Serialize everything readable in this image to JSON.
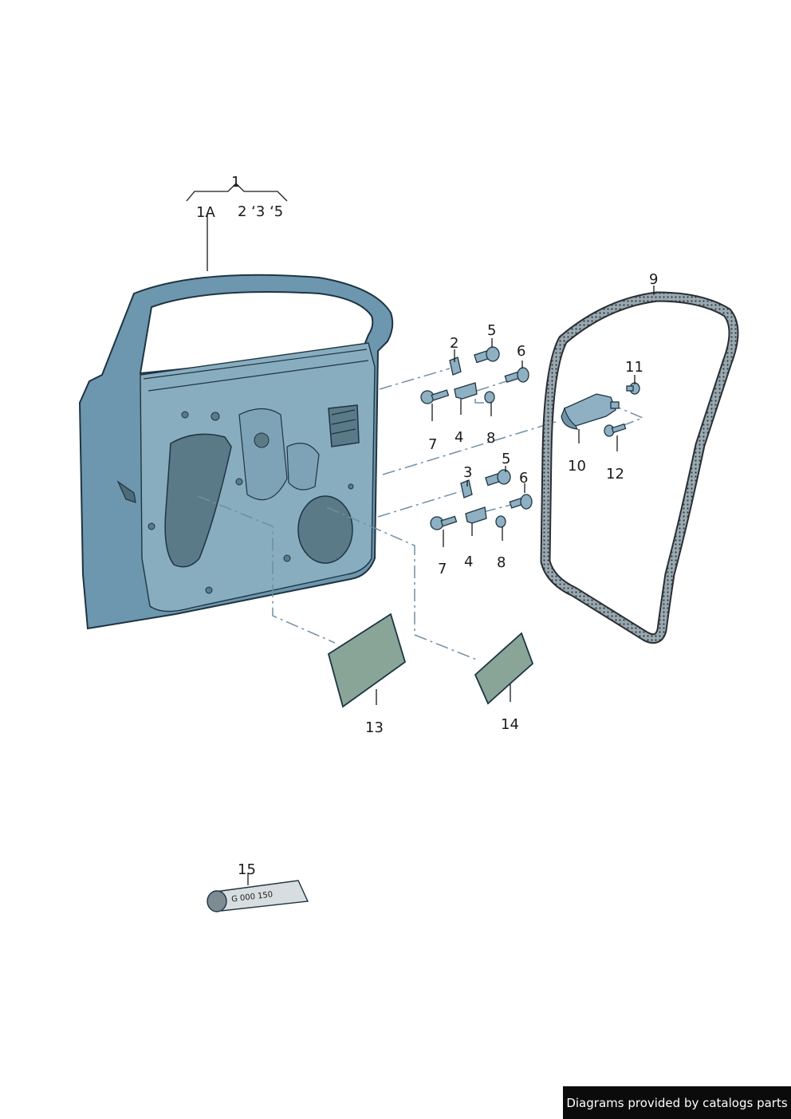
{
  "labels": {
    "p1": "1",
    "p1a": "1A",
    "p1_sub": "2 ‘3 ‘5",
    "p2": "2",
    "p3": "3",
    "p4_upper": "4",
    "p4_lower": "4",
    "p5_upper": "5",
    "p5_lower": "5",
    "p6_upper": "6",
    "p6_lower": "6",
    "p7_upper": "7",
    "p7_lower": "7",
    "p8_upper": "8",
    "p8_lower": "8",
    "p9": "9",
    "p10": "10",
    "p11": "11",
    "p12": "12",
    "p13": "13",
    "p14": "14",
    "p15": "15"
  },
  "tube_text": "G 000 150",
  "credit": "Diagrams provided by catalogs parts",
  "colors": {
    "door_panel": "#6d97ae",
    "door_inner": "#88adbf",
    "seal_dots": "#8b9aa3",
    "pad": "#89a597",
    "leader_dash": "#6f8fa4",
    "credit_bg": "#0b0b0b"
  }
}
